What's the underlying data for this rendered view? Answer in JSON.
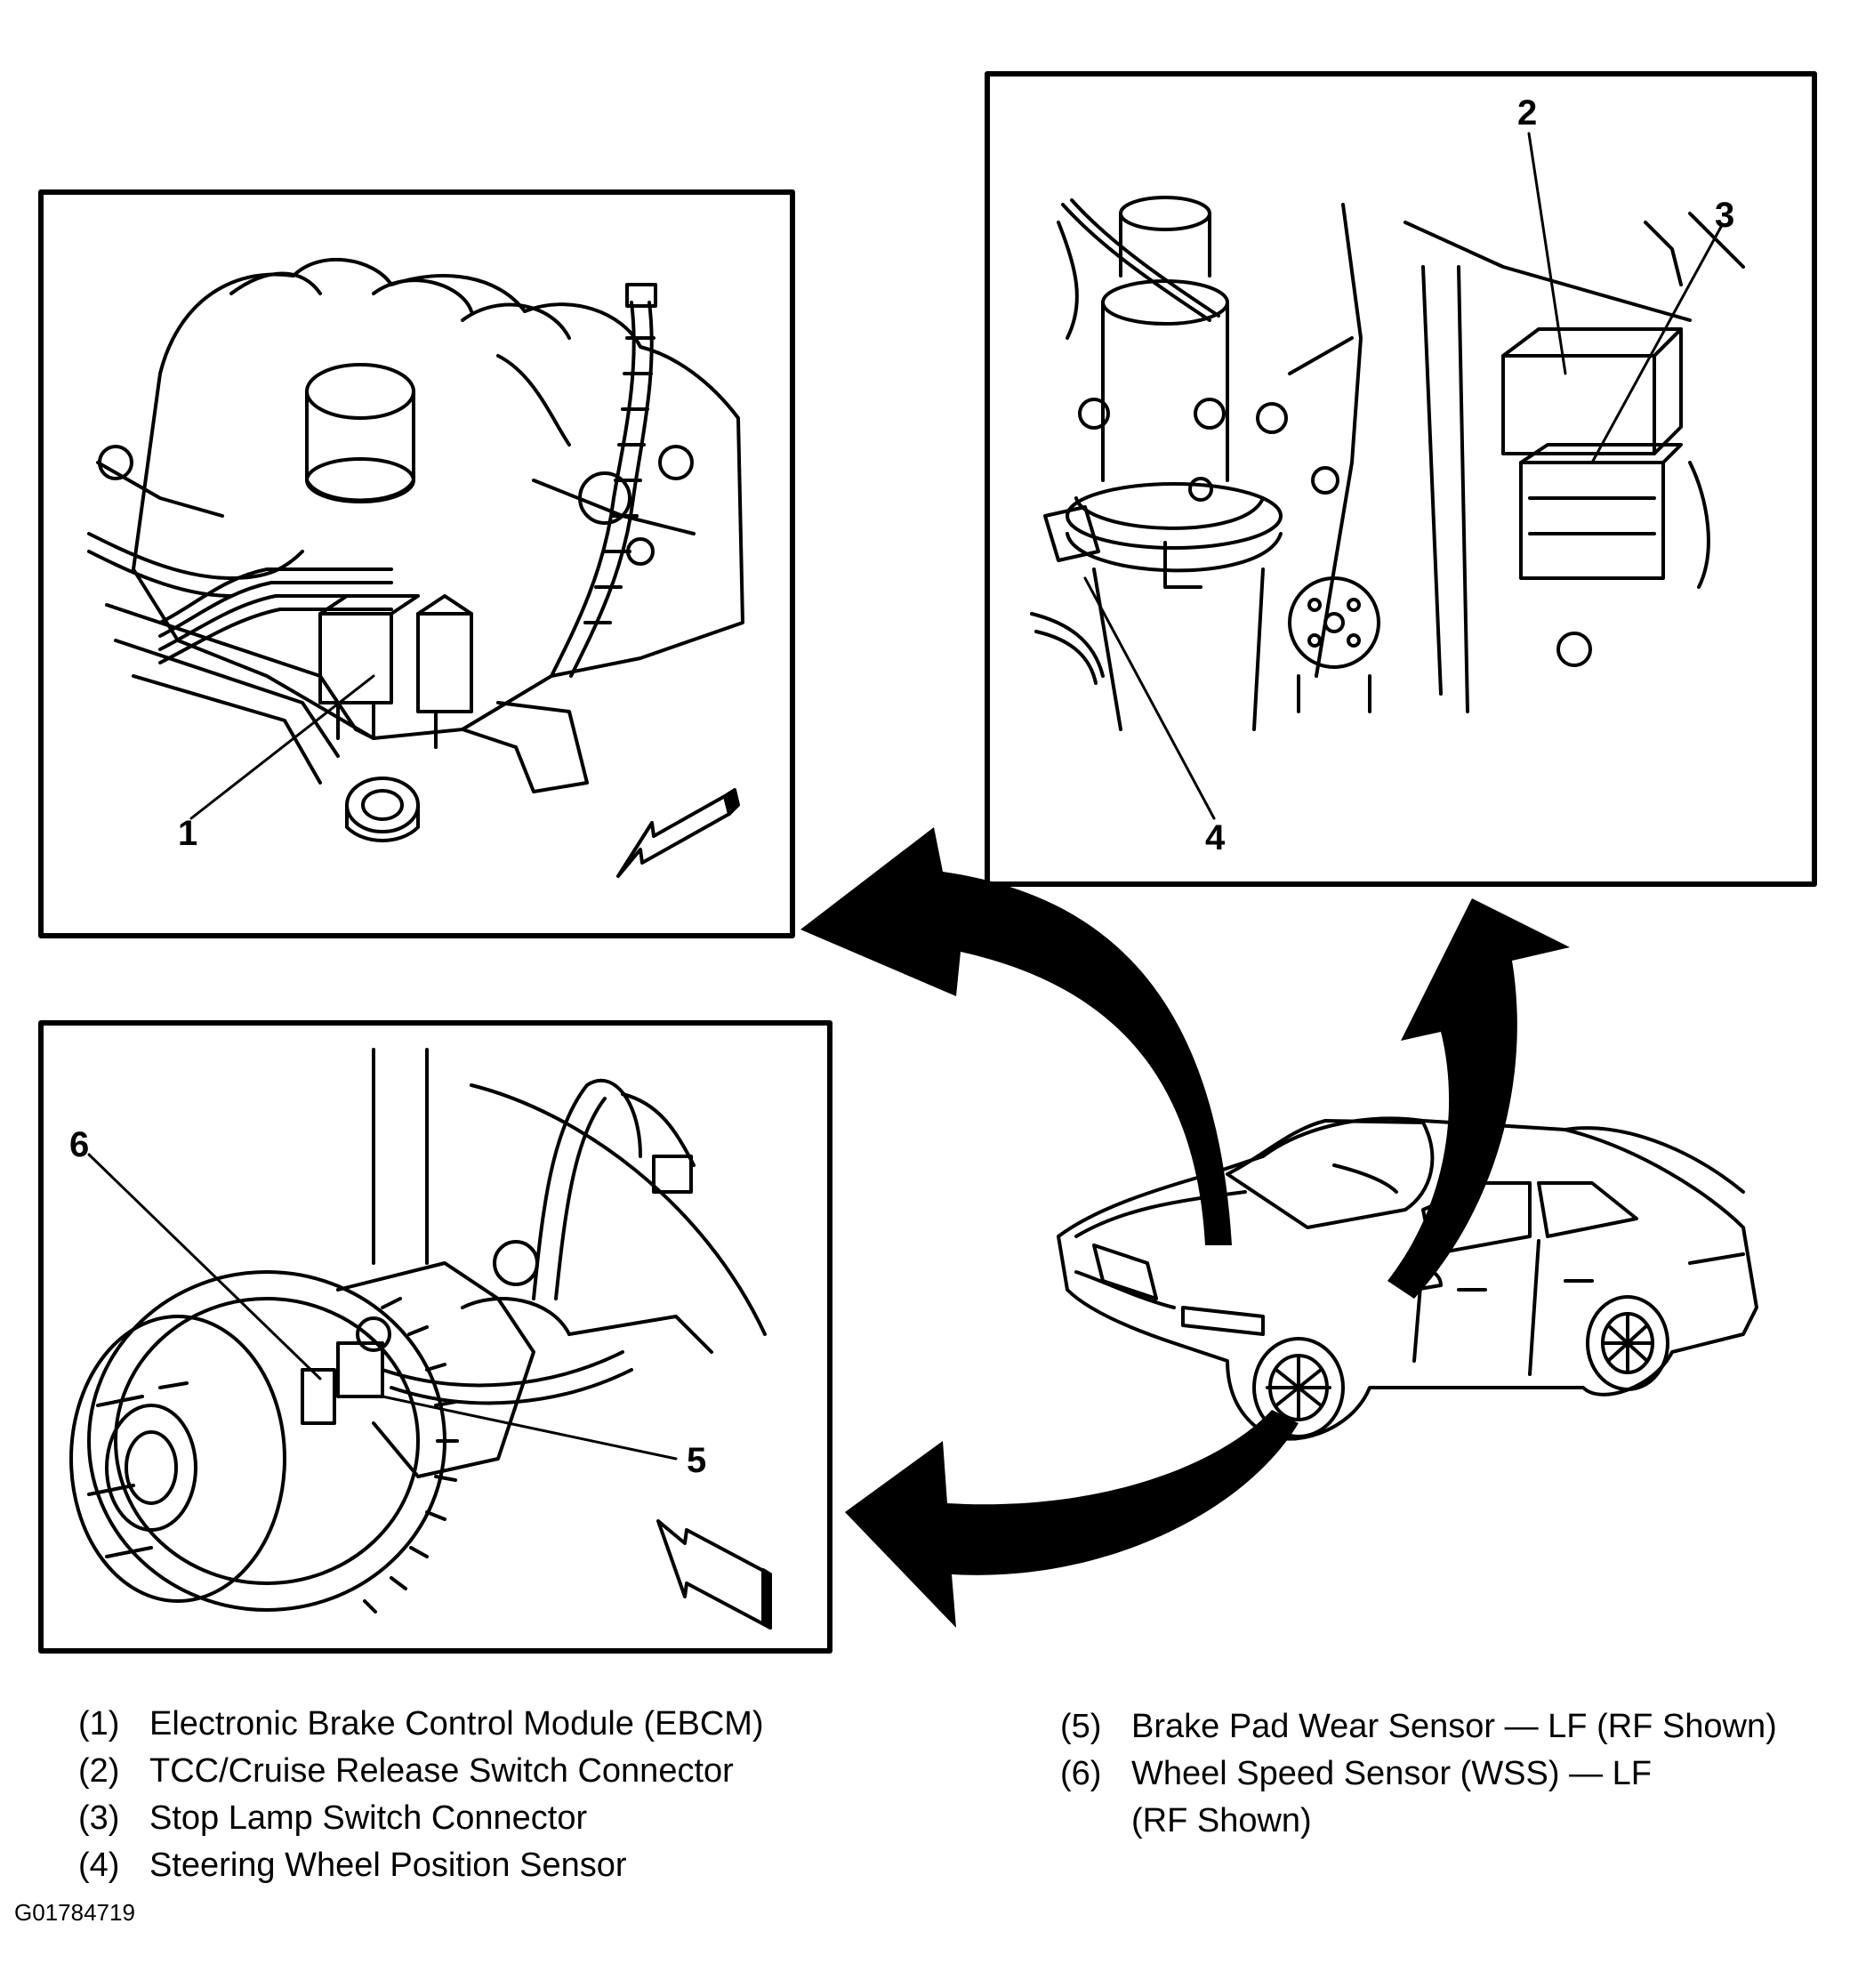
{
  "callouts": {
    "c1": "1",
    "c2": "2",
    "c3": "3",
    "c4": "4",
    "c5": "5",
    "c6": "6"
  },
  "legend": {
    "left": [
      {
        "num": "(1)",
        "text": "Electronic Brake Control Module (EBCM)"
      },
      {
        "num": "(2)",
        "text": "TCC/Cruise Release Switch Connector"
      },
      {
        "num": "(3)",
        "text": "Stop Lamp Switch Connector"
      },
      {
        "num": "(4)",
        "text": "Steering Wheel Position Sensor"
      }
    ],
    "right": [
      {
        "num": "(5)",
        "text": "Brake Pad Wear Sensor — LF (RF Shown)"
      },
      {
        "num": "(6)",
        "text": "Wheel Speed Sensor (WSS) — LF",
        "text2": "(RF Shown)"
      }
    ]
  },
  "figure_id": "G01784719"
}
